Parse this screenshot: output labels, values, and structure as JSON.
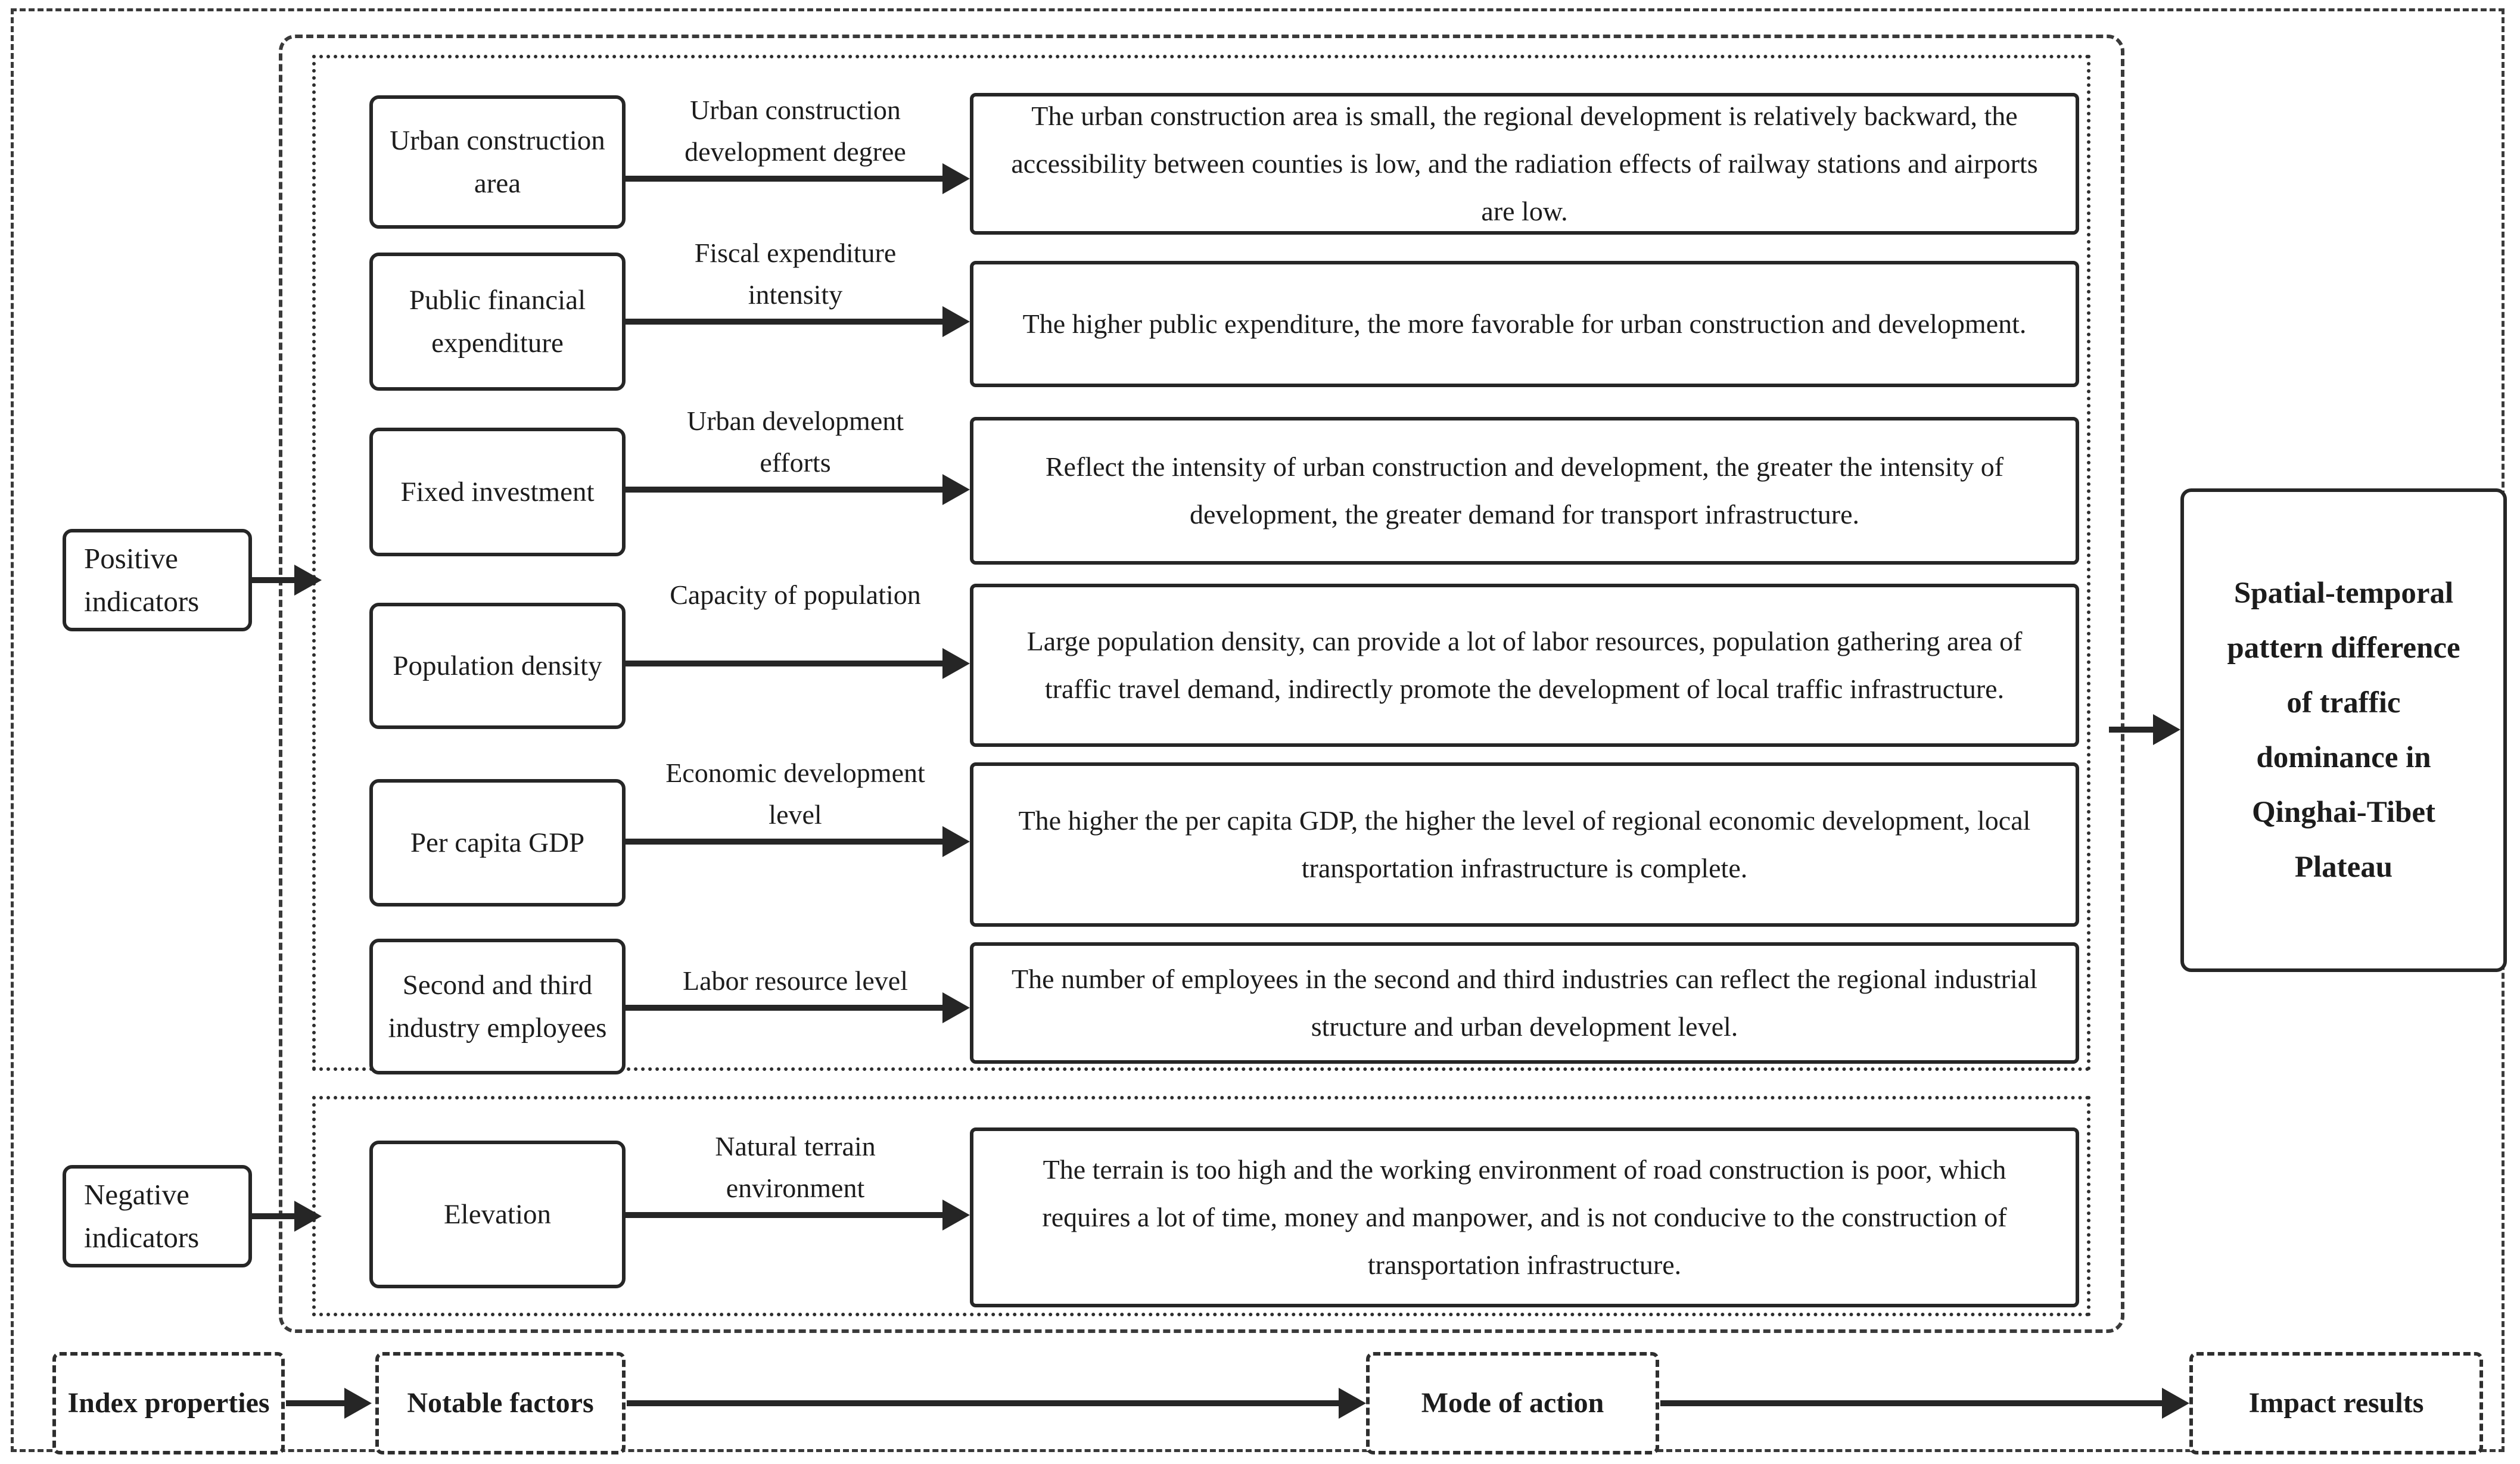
{
  "colors": {
    "ink": "#262626",
    "background": "#ffffff"
  },
  "left_labels": {
    "positive": "Positive indicators",
    "negative": "Negative indicators"
  },
  "rows": [
    {
      "indicator": "Urban construction area",
      "mode": "Urban construction development degree",
      "description": "The urban construction area is small, the regional development is relatively backward, the accessibility between counties is low, and the radiation effects of railway stations and airports are low."
    },
    {
      "indicator": "Public financial expenditure",
      "mode": "Fiscal expenditure intensity",
      "description": "The higher public expenditure, the more favorable for urban construction and development."
    },
    {
      "indicator": "Fixed investment",
      "mode": "Urban development efforts",
      "description": "Reflect the intensity of urban construction and development, the greater the intensity of development, the greater demand for transport infrastructure."
    },
    {
      "indicator": "Population density",
      "mode": "Capacity of population",
      "description": "Large population density, can provide a lot of labor resources, population gathering area of traffic travel demand, indirectly promote the development of local traffic infrastructure."
    },
    {
      "indicator": "Per capita GDP",
      "mode": "Economic development level",
      "description": "The higher the per capita GDP, the higher the level of regional economic development, local transportation infrastructure is complete."
    },
    {
      "indicator": "Second and third industry employees",
      "mode": "Labor resource level",
      "description": "The number of employees in the second and third industries can reflect the regional industrial structure and urban development level."
    },
    {
      "indicator": "Elevation",
      "mode": "Natural terrain environment",
      "description": "The terrain is too high and the working environment of road construction is poor, which requires a lot of time, money and manpower, and is not conducive to the construction of transportation infrastructure."
    }
  ],
  "outcome": {
    "title": "Spatial-temporal pattern difference of traffic dominance in Qinghai-Tibet Plateau"
  },
  "legend": {
    "index_properties": "Index properties",
    "notable_factors": "Notable factors",
    "mode_of_action": "Mode of action",
    "impact_results": "Impact results"
  }
}
